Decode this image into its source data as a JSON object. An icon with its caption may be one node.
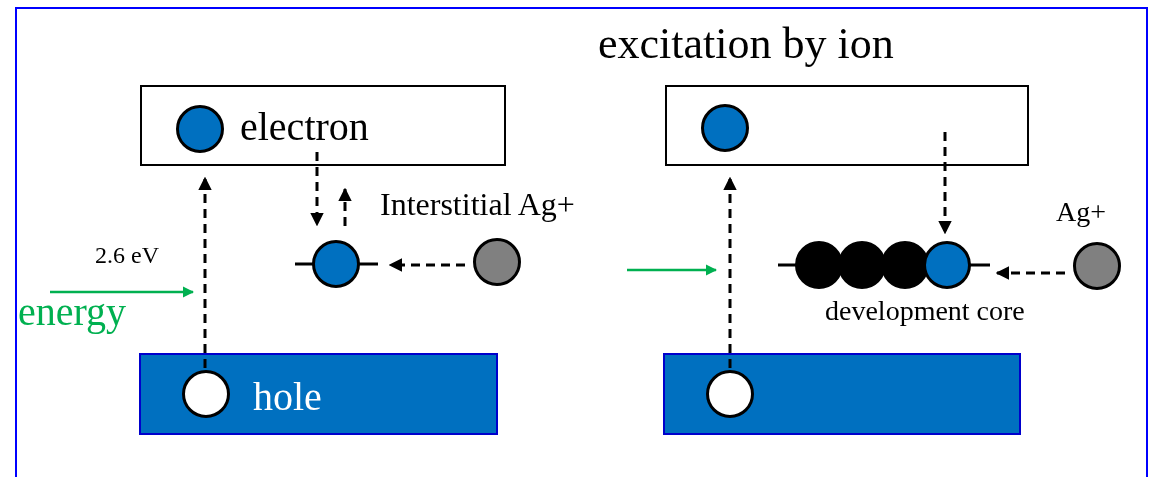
{
  "diagram": {
    "nodes": [
      {
        "text": [
          "electron"
        ]
      },
      {
        "text": [],
        "shape": "circle",
        "in": 0
      },
      {
        "text": [
          "hole"
        ]
      },
      {
        "text": [],
        "shape": "circle",
        "in": 2
      },
      {
        "text": [],
        "shape": "circle"
      },
      {
        "text": [],
        "shape": "circle",
        "beside": [
          "Interstitial Ag+"
        ]
      },
      {
        "text": [
          "energy"
        ]
      },
      {
        "text": [],
        "shape": "box"
      },
      {
        "text": [],
        "shape": "circle",
        "in": 7
      },
      {
        "text": [],
        "shape": "bar"
      },
      {
        "text": [],
        "shape": "circle",
        "in": 9
      },
      {
        "text": [],
        "shape": "circle"
      },
      {
        "text": [],
        "shape": "circle"
      },
      {
        "text": [],
        "shape": "circle"
      },
      {
        "text": [],
        "shape": "circle"
      },
      {
        "text": [],
        "shape": "circle",
        "beside": [
          "Ag+"
        ]
      }
    ],
    "edges": [
      {
        "from": 3,
        "to": 0,
        "arrow": "to",
        "style": "dashed",
        "label": "2.6 eV"
      },
      {
        "from": 0,
        "to": 4,
        "arrow": "to",
        "style": "dashed"
      },
      {
        "from": 4,
        "to": 0,
        "arrow": "to",
        "style": "dashed"
      },
      {
        "from": 5,
        "to": 4,
        "arrow": "to",
        "style": "dashed"
      },
      {
        "from": 6,
        "to": null,
        "arrow": "to",
        "color": "#00b050"
      },
      {
        "from": 10,
        "to": 7,
        "arrow": "to",
        "style": "dashed"
      },
      {
        "from": 7,
        "to": 14,
        "arrow": "to",
        "style": "dashed"
      },
      {
        "from": 15,
        "to": 14,
        "arrow": "to",
        "style": "dashed"
      }
    ],
    "labels": [
      "excitation by ion",
      "development core"
    ]
  }
}
